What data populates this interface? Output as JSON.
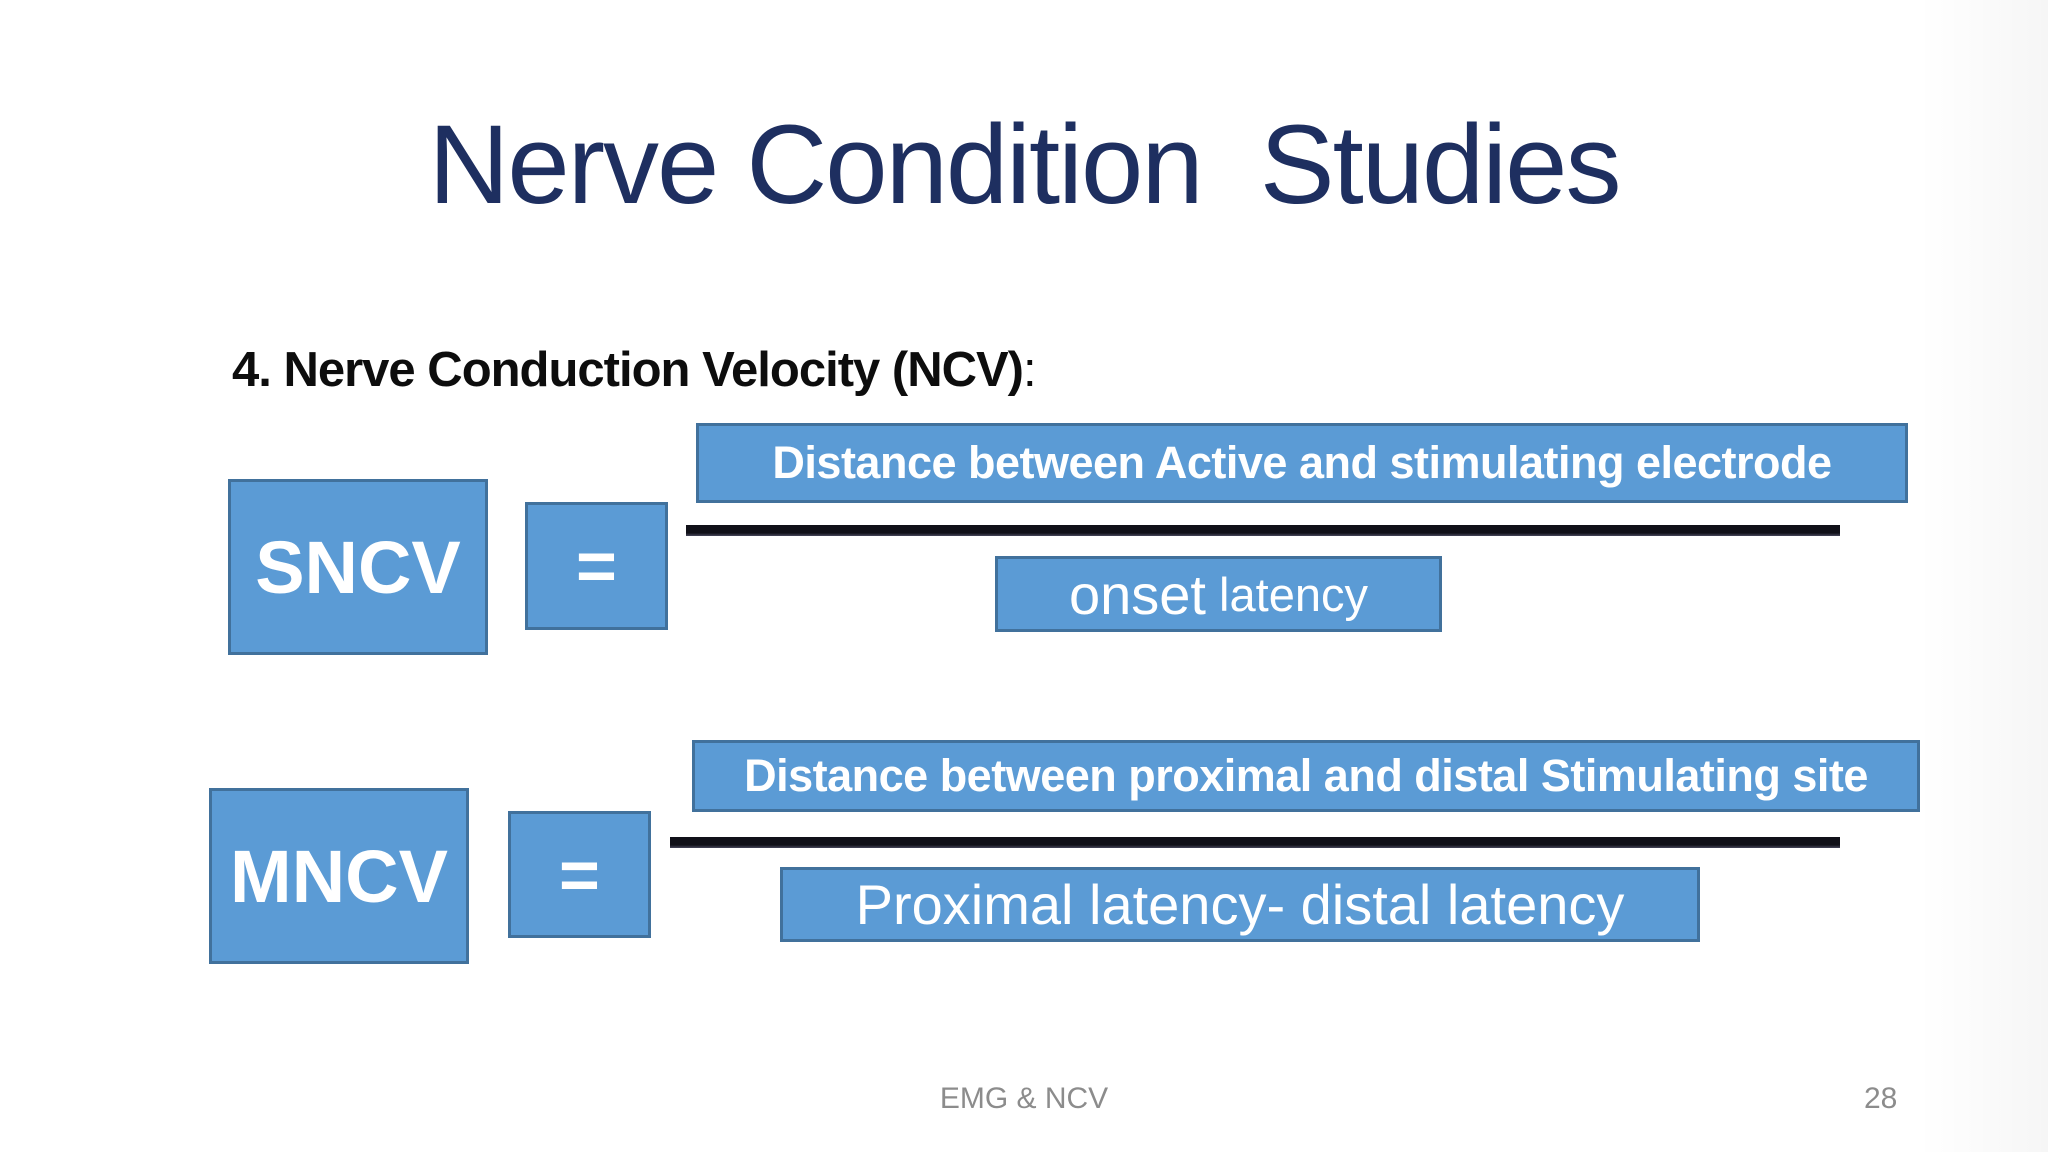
{
  "slide": {
    "title": "Nerve Condition  Studies",
    "heading": "4. Nerve Conduction Velocity (NCV)",
    "heading_colon": ":",
    "colors": {
      "box_fill": "#5b9bd5",
      "box_border": "#41719c",
      "title_navy": "#1e2f60",
      "fraction_line": "#101018",
      "footer_gray": "#8c8c8c"
    },
    "formulas": [
      {
        "label": "SNCV",
        "equals": "=",
        "numerator": "Distance between Active and stimulating electrode",
        "denominator_word1": "onset",
        "denominator_word2": " latency"
      },
      {
        "label": "MNCV",
        "equals": "=",
        "numerator": "Distance between proximal and distal Stimulating site",
        "denominator": "Proximal latency- distal latency"
      }
    ],
    "footer": {
      "center_text": "EMG & NCV",
      "page_number": "28"
    }
  }
}
